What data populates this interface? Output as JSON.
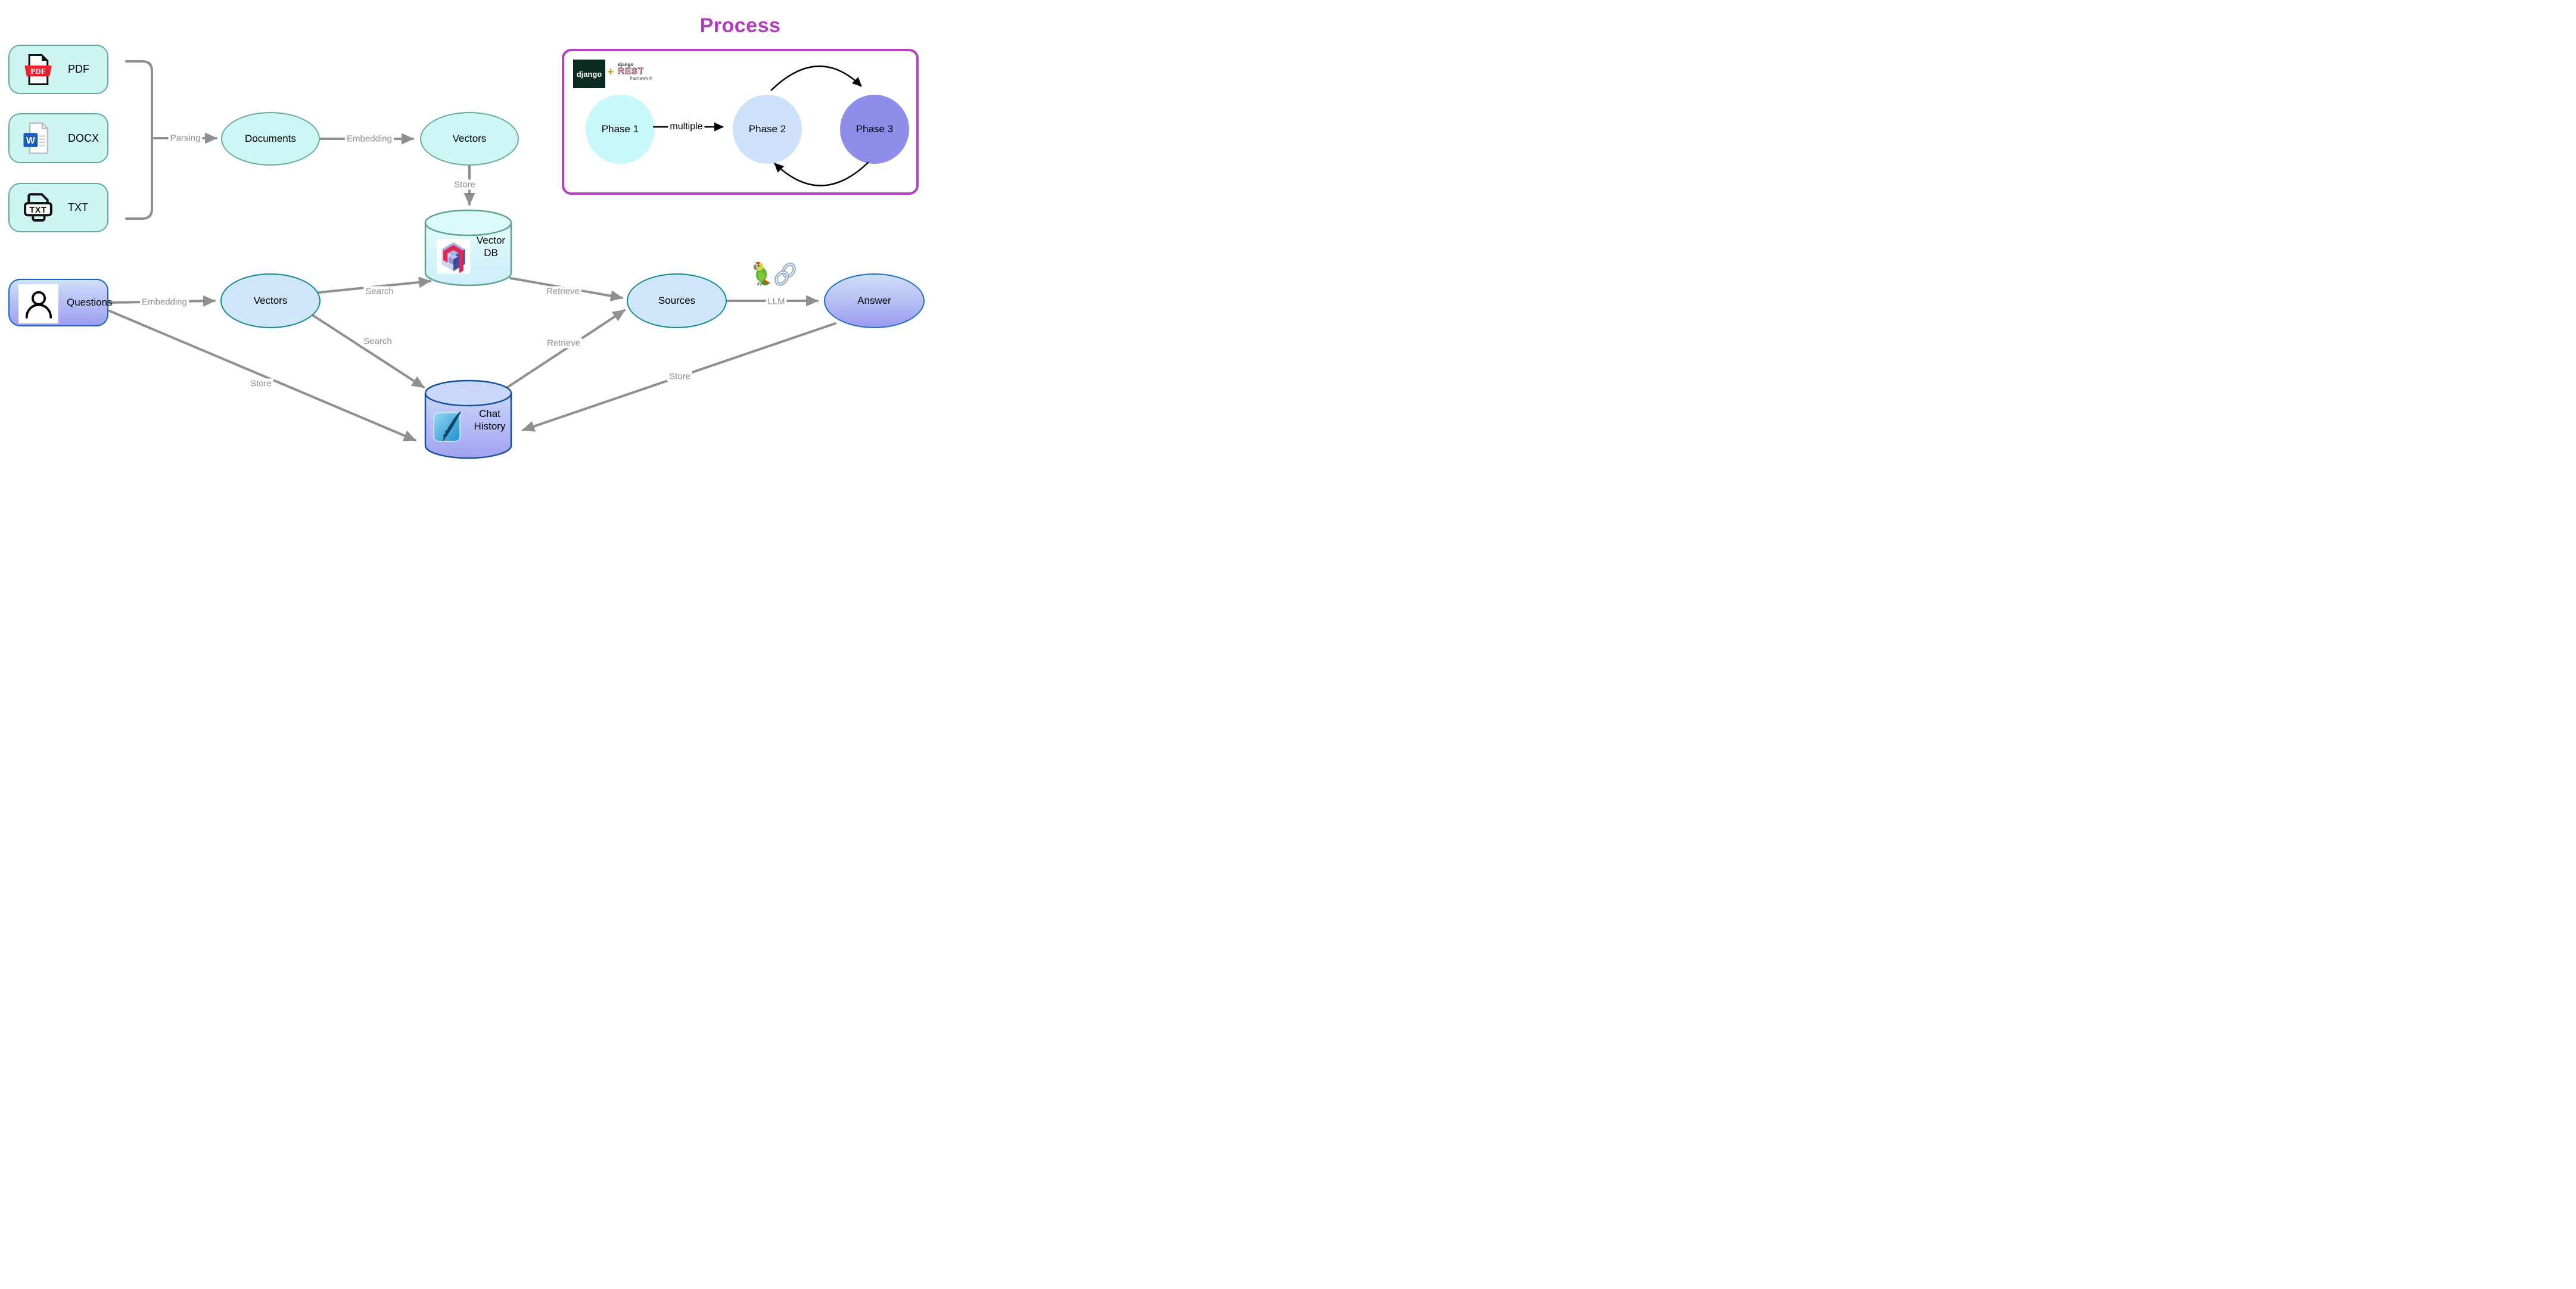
{
  "diagram": {
    "file_inputs": [
      {
        "label": "PDF",
        "icon": "pdf-file-icon",
        "badge": "PDF"
      },
      {
        "label": "DOCX",
        "icon": "word-file-icon",
        "badge": "W"
      },
      {
        "label": "TXT",
        "icon": "txt-file-icon",
        "badge": "TXT"
      }
    ],
    "nodes": {
      "documents": {
        "label": "Documents"
      },
      "vectors_top": {
        "label": "Vectors"
      },
      "vector_db": {
        "line1": "Vector",
        "line2": "DB",
        "logo": "qdrant-logo"
      },
      "questions": {
        "label": "Questions",
        "icon": "user-icon"
      },
      "vectors_bottom": {
        "label": "Vectors"
      },
      "sources": {
        "label": "Sources"
      },
      "answer": {
        "label": "Answer"
      },
      "chat_history": {
        "line1": "Chat",
        "line2": "History",
        "logo": "sqlite-logo"
      }
    },
    "edge_labels": {
      "parsing": "Parsing",
      "embedding_top": "Embedding",
      "store_vectors": "Store",
      "embedding_bottom": "Embedding",
      "search_upper": "Search",
      "search_lower": "Search",
      "retrieve_upper": "Retrieve",
      "retrieve_lower": "Retrieve",
      "llm": "LLM",
      "store_questions": "Store",
      "store_answer": "Store"
    },
    "process_panel": {
      "title": "Process",
      "phases": [
        "Phase 1",
        "Phase 2",
        "Phase 3"
      ],
      "arrow_label": "multiple",
      "django_logo": {
        "text": "django",
        "plus": "+"
      },
      "drf_logo": {
        "top": "django",
        "middle": "REST",
        "bottom": "framework"
      },
      "langchain_icons": [
        "parrot-icon",
        "chain-link-icon"
      ]
    },
    "colors": {
      "edge_gray": "#8f8f8f",
      "teal_border": "#68ab9f",
      "cyan_fill": "#cdf7f4",
      "blue_fill": "#cfe5f9",
      "dark_teal_border": "#0e8b8b",
      "blue_border": "#1a6fca",
      "purple_fill": "#9b99f0",
      "process_accent": "#b23ac0",
      "phase1_fill": "#c9f8fa",
      "phase2_fill": "#cde2fa",
      "phase3_fill": "#8e8eea",
      "pdf_red": "#e8212c",
      "word_blue": "#185abd"
    }
  }
}
